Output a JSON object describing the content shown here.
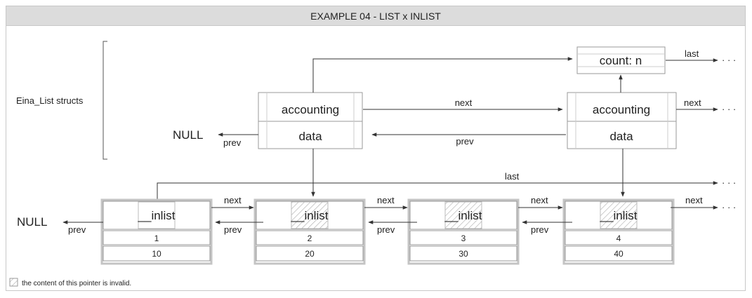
{
  "title": "EXAMPLE 04 - LIST x INLIST",
  "group_label": "Eina_List structs",
  "count_label": "count: n",
  "accounting_label": "accounting",
  "data_label": "data",
  "inlist_label": "__inlist",
  "null_label": "NULL",
  "next_label": "next",
  "prev_label": "prev",
  "last_label": "last",
  "ellipsis": "· · ·",
  "nodes": [
    {
      "index": "1",
      "value": "10",
      "invalid": false
    },
    {
      "index": "2",
      "value": "20",
      "invalid": true
    },
    {
      "index": "3",
      "value": "30",
      "invalid": true
    },
    {
      "index": "4",
      "value": "40",
      "invalid": true
    }
  ],
  "legend_text": "the content of this pointer is invalid.",
  "colors": {
    "line": "#333333",
    "box_border": "#999999",
    "node_border": "#c4c4c4",
    "title_bg": "#dcdcdc"
  }
}
